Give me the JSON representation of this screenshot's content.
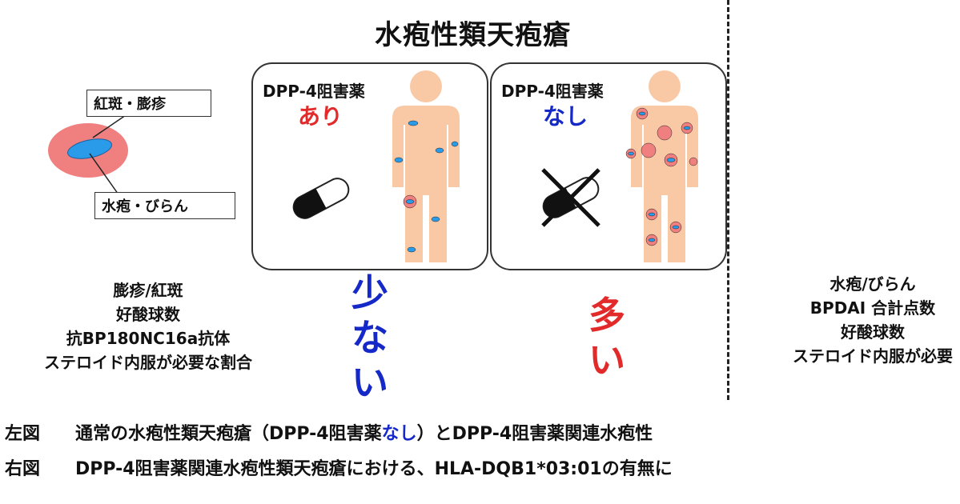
{
  "title": "水疱性類天疱瘡",
  "legend": {
    "erythema": "紅斑・膨疹",
    "blister": "水疱・びらん"
  },
  "panels": [
    {
      "drug_label": "DPP-4阻害薬",
      "status": "あり",
      "status_color": "#e32a2a"
    },
    {
      "drug_label": "DPP-4阻害薬",
      "status": "なし",
      "status_color": "#1528c8"
    }
  ],
  "left_list": [
    "膨疹/紅斑",
    "好酸球数",
    "抗BP180NC16a抗体",
    "ステロイド内服が必要な割合"
  ],
  "right_list": [
    "水疱/びらん",
    "BPDAI 合計点数",
    "好酸球数",
    "ステロイド内服が必要"
  ],
  "comparison": {
    "few": [
      "少",
      "な",
      "い"
    ],
    "many": [
      "多",
      "い"
    ]
  },
  "captions": {
    "line1": {
      "label": "左図",
      "text_a": "通常の水疱性類天疱瘡（DPP-4阻害薬",
      "text_b": "なし",
      "text_c": "）とDPP-4阻害薬関連水疱性"
    },
    "line2": {
      "label": "右図",
      "text": "DPP-4阻害薬関連水疱性類天疱瘡における、HLA-DQB1*03:01の有無に"
    }
  },
  "colors": {
    "skin": "#f9c9a6",
    "erythema": "#f08080",
    "blister": "#2a9be8",
    "red_text": "#e32a2a",
    "blue_text": "#1528c8"
  }
}
